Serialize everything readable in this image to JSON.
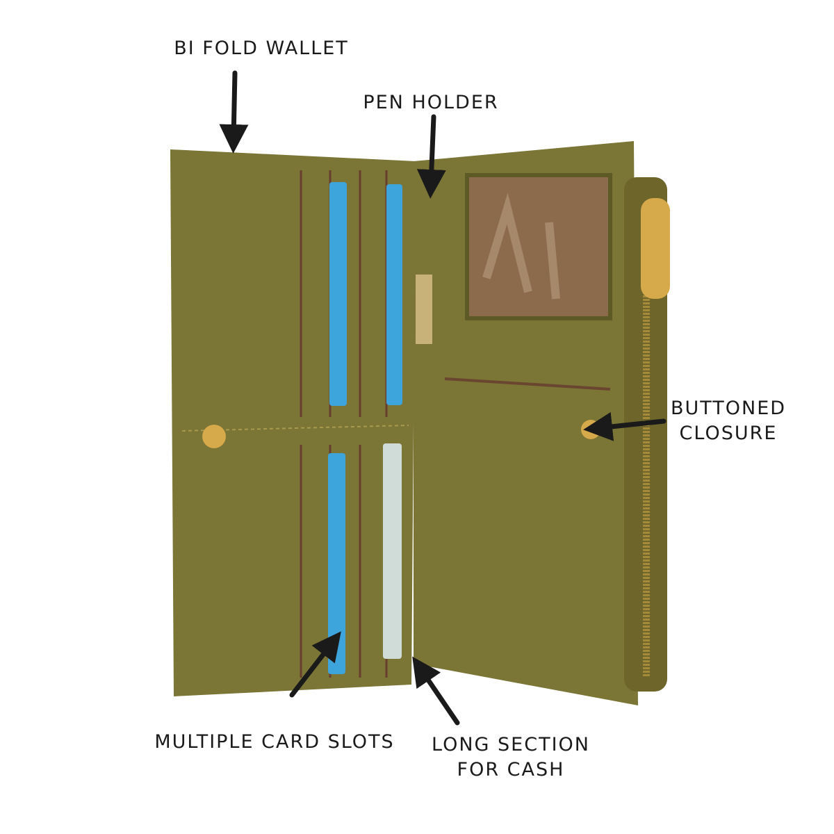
{
  "labels": {
    "bi_fold": "BI FOLD WALLET",
    "pen_holder": "PEN HOLDER",
    "buttoned_line1": "BUTTONED",
    "buttoned_line2": "CLOSURE",
    "card_slots": "MULTIPLE CARD SLOTS",
    "cash_line1": "LONG SECTION",
    "cash_line2": "FOR CASH"
  },
  "colors": {
    "leather": "#7b7536",
    "leather_dark": "#5e5a26",
    "id_window": "#8c6b4c",
    "card_blue": "#3ea4dc",
    "card_silver": "#cfdcd8",
    "gold": "#d6a94a",
    "arrow": "#1a1a1a"
  }
}
